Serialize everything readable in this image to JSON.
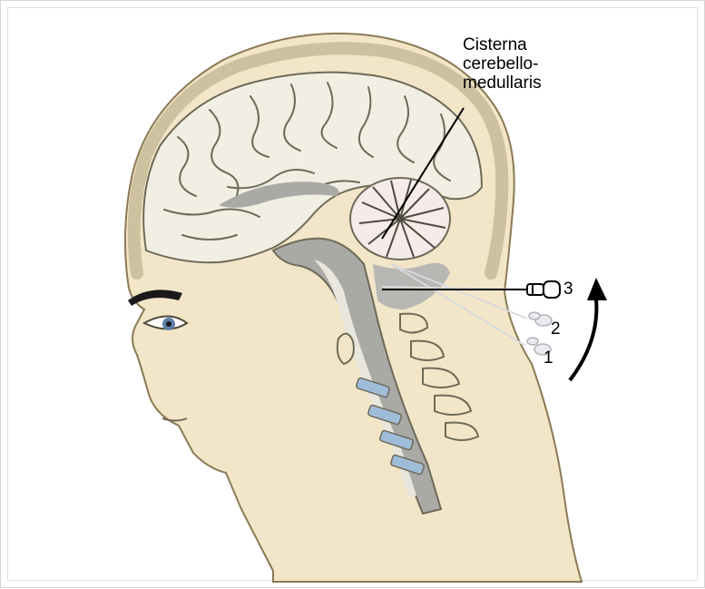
{
  "figure": {
    "label_lines": [
      "Cisterna",
      "cerebello-",
      "medullaris"
    ],
    "needle_positions": [
      "3",
      "2",
      "1"
    ],
    "colors": {
      "skin": "#f3e6c8",
      "skin_outline": "#8a7a55",
      "brain": "#f1efe3",
      "gray_matter": "#a9a9a6",
      "cerebellum": "#f5ece9",
      "vertebral_discs": "#9fbcd9",
      "needle": "#bfc3c8"
    }
  }
}
